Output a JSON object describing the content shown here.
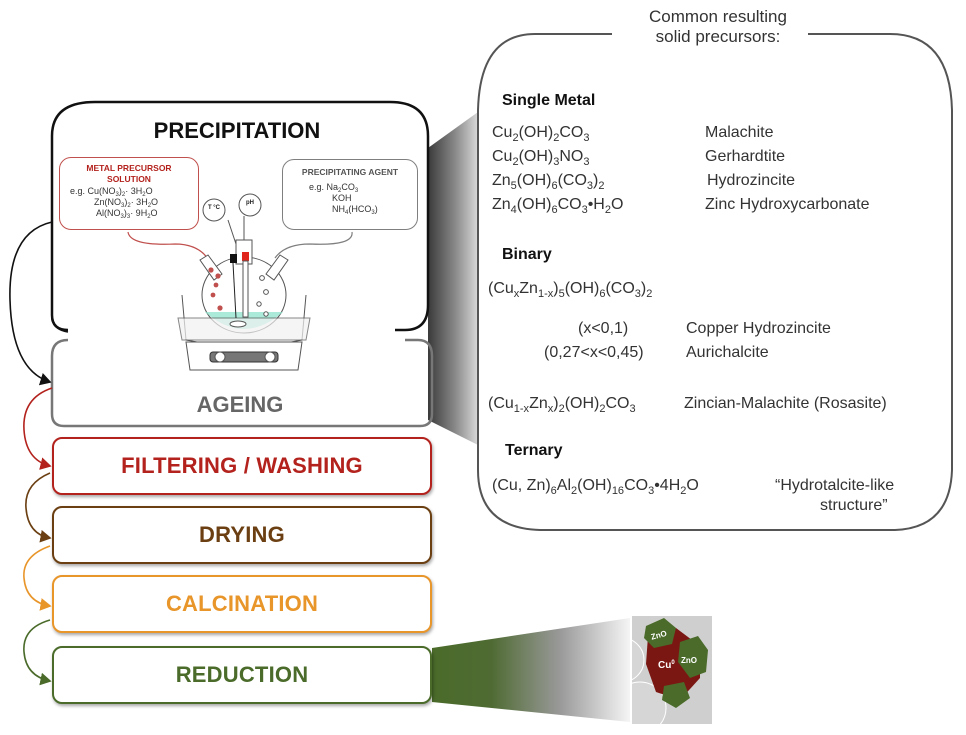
{
  "colors": {
    "precipitation": "#111111",
    "ageing": "#666666",
    "filtering": "#b3221d",
    "drying": "#6b3f12",
    "calcination": "#e8952a",
    "reduction": "#4a6b2a",
    "metal_callout": "#c0504d",
    "agent_callout": "#7f7f7f",
    "cu_particle": "#7a1712",
    "zno_particle": "#4a6b2a",
    "support": "#cfcfcf"
  },
  "steps": {
    "precipitation": "PRECIPITATION",
    "ageing": "AGEING",
    "filtering": "FILTERING / WASHING",
    "drying": "DRYING",
    "calcination": "CALCINATION",
    "reduction": "REDUCTION"
  },
  "metal_precursor": {
    "title_line1": "METAL PRECURSOR",
    "title_line2": "SOLUTION",
    "prefix": "e.g.",
    "items": [
      {
        "base": "Cu(NO",
        "sub1": "3",
        "mid": ")",
        "sub2": "2",
        "tail": "· 3H",
        "sub3": "2",
        "end": "O"
      },
      {
        "base": "Zn(NO",
        "sub1": "3",
        "mid": ")",
        "sub2": "2",
        "tail": "· 3H",
        "sub3": "2",
        "end": "O"
      },
      {
        "base": "Al(NO",
        "sub1": "3",
        "mid": ")",
        "sub2": "3",
        "tail": "· 9H",
        "sub3": "2",
        "end": "O"
      }
    ]
  },
  "precipitating_agent": {
    "title": "PRECIPITATING  AGENT",
    "prefix": "e.g.",
    "items": [
      {
        "a": "Na",
        "s1": "2",
        "b": "CO",
        "s2": "3",
        "c": ""
      },
      {
        "a": "KOH",
        "s1": "",
        "b": "",
        "s2": "",
        "c": ""
      },
      {
        "a": "NH",
        "s1": "4",
        "b": "(HCO",
        "s2": "3",
        "c": ")"
      }
    ]
  },
  "probes": {
    "temperature": "T °C",
    "ph": "pH"
  },
  "panel": {
    "header_line1": "Common resulting",
    "header_line2": "solid precursors:",
    "single_metal": {
      "heading": "Single Metal",
      "rows": [
        {
          "formula": [
            [
              "Cu",
              ""
            ],
            [
              "2",
              "s"
            ],
            [
              "(OH)",
              ""
            ],
            [
              "2",
              "s"
            ],
            [
              "CO",
              ""
            ],
            [
              "3",
              "s"
            ]
          ],
          "name": "Malachite"
        },
        {
          "formula": [
            [
              "Cu",
              ""
            ],
            [
              "2",
              "s"
            ],
            [
              "(OH)",
              ""
            ],
            [
              "3",
              "s"
            ],
            [
              "NO",
              ""
            ],
            [
              "3",
              "s"
            ]
          ],
          "name": "Gerhardtite"
        },
        {
          "formula": [
            [
              "Zn",
              ""
            ],
            [
              "5",
              "s"
            ],
            [
              "(OH)",
              ""
            ],
            [
              "6",
              "s"
            ],
            [
              "(CO",
              ""
            ],
            [
              "3",
              "s"
            ],
            [
              ")",
              ""
            ],
            [
              "2",
              "s"
            ]
          ],
          "name": "Hydrozincite"
        },
        {
          "formula": [
            [
              "Zn",
              ""
            ],
            [
              "4",
              "s"
            ],
            [
              "(OH)",
              ""
            ],
            [
              "6",
              "s"
            ],
            [
              "CO",
              ""
            ],
            [
              "3",
              "s"
            ],
            [
              "•H",
              ""
            ],
            [
              "2",
              "s"
            ],
            [
              "O",
              ""
            ]
          ],
          "name": "Zinc Hydroxycarbonate"
        }
      ]
    },
    "binary": {
      "heading": "Binary",
      "general_formula": [
        [
          "(Cu",
          ""
        ],
        [
          "x",
          "s"
        ],
        [
          "Zn",
          ""
        ],
        [
          "1-x",
          "s"
        ],
        [
          ")",
          ""
        ],
        [
          "5",
          "s"
        ],
        [
          "(OH)",
          ""
        ],
        [
          "6",
          "s"
        ],
        [
          "(CO",
          ""
        ],
        [
          "3",
          "s"
        ],
        [
          ")",
          ""
        ],
        [
          "2",
          "s"
        ]
      ],
      "ranges": [
        {
          "condition": "(x<0,1)",
          "name": "Copper Hydrozincite"
        },
        {
          "condition": "(0,27<x<0,45)",
          "name": "Aurichalcite"
        }
      ],
      "rosasite_formula": [
        [
          "(Cu",
          ""
        ],
        [
          "1-x",
          "s"
        ],
        [
          "Zn",
          ""
        ],
        [
          "x",
          "s"
        ],
        [
          ")",
          ""
        ],
        [
          "2",
          "s"
        ],
        [
          "(OH)",
          ""
        ],
        [
          "2",
          "s"
        ],
        [
          "CO",
          ""
        ],
        [
          "3",
          "s"
        ]
      ],
      "rosasite_name": "Zincian-Malachite (Rosasite)"
    },
    "ternary": {
      "heading": "Ternary",
      "formula": [
        [
          "(Cu, Zn)",
          ""
        ],
        [
          "6",
          "s"
        ],
        [
          "Al",
          ""
        ],
        [
          "2",
          "s"
        ],
        [
          "(OH)",
          ""
        ],
        [
          "16",
          "s"
        ],
        [
          "CO",
          ""
        ],
        [
          "3",
          "s"
        ],
        [
          "•4H",
          ""
        ],
        [
          "2",
          "s"
        ],
        [
          "O",
          ""
        ]
      ],
      "name_line1": "“Hydrotalcite-like",
      "name_line2": "structure”"
    }
  },
  "particle": {
    "core_label": "Cu",
    "core_sup": "0",
    "shell_labels": [
      "ZnO",
      "ZnO"
    ]
  }
}
